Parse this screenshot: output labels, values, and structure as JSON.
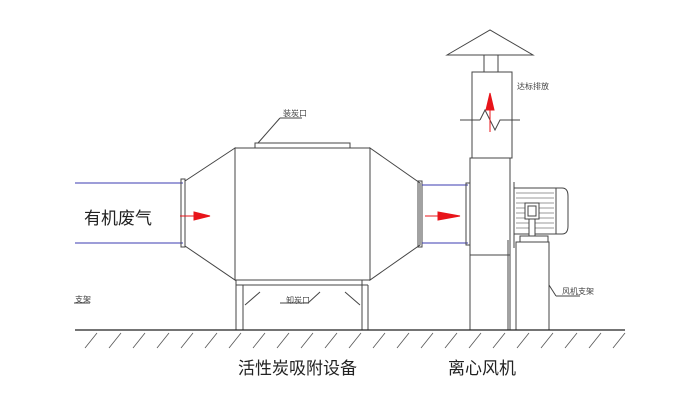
{
  "labels": {
    "inlet": "有机废气",
    "carbon_fill_port": "装炭口",
    "discharge": "达标排放",
    "carbon_unload_port": "卸炭口",
    "support": "支架",
    "fan_support": "风机支架",
    "adsorber_title": "活性炭吸附设备",
    "fan_title": "离心风机"
  },
  "colors": {
    "arrow": "#e8141a",
    "duct": "#3b3bb0",
    "line": "#333333"
  }
}
